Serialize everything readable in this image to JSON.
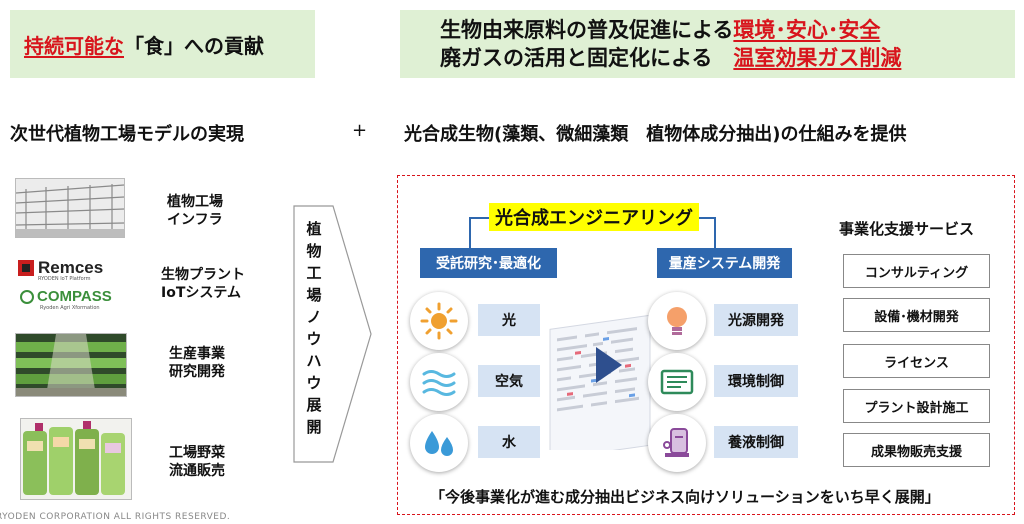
{
  "header_left": {
    "part1": "持続可能な",
    "part2": "「食」への貢献"
  },
  "header_right": {
    "line1_black": "生物由来原料の普及促進による",
    "line1_red": "環境･安心･安全",
    "line2_black": "廃ガスの活用と固定化による",
    "line2_red": "温室効果ガス削減"
  },
  "left_title": "次世代植物工場モデルの実現",
  "plus": "+",
  "right_title": "光合成生物(藻類、微細藻類　植物体成分抽出)の仕組みを提供",
  "left_items": [
    {
      "line1": "植物工場",
      "line2": "インフラ"
    },
    {
      "line1": "生物プラント",
      "line2": "IoTシステム"
    },
    {
      "line1": "生産事業",
      "line2": "研究開発"
    },
    {
      "line1": "工場野菜",
      "line2": "流通販売"
    }
  ],
  "logos": {
    "remces": "Remces",
    "remces_sub": "RYODEN IoT Platform",
    "compass": "COMPASS",
    "compass_sub": "Ryoden Agri Xformation"
  },
  "arrow_text": [
    "植",
    "物",
    "工",
    "場",
    "ノ",
    "ウ",
    "ハ",
    "ウ",
    "展",
    "開"
  ],
  "engineering_title": "光合成エンジニアリング",
  "col_left_head": "受託研究･最適化",
  "col_right_head": "量産システム開発",
  "left_labels": [
    "光",
    "空気",
    "水"
  ],
  "right_labels": [
    "光源開発",
    "環境制御",
    "養液制御"
  ],
  "services_title": "事業化支援サービス",
  "services": [
    "コンサルティング",
    "設備･機材開発",
    "ライセンス",
    "プラント設計施工",
    "成果物販売支援"
  ],
  "bottom_text": "「今後事業化が進む成分抽出ビジネス向けソリューションをいち早く展開」",
  "copyright": "RYODEN CORPORATION ALL RIGHTS RESERVED.",
  "colors": {
    "accent_red": "#d8141c",
    "header_green": "#dff0d4",
    "blue": "#2e67ae",
    "light_blue": "#d6e3f3",
    "highlight_yellow": "#ffff00"
  }
}
